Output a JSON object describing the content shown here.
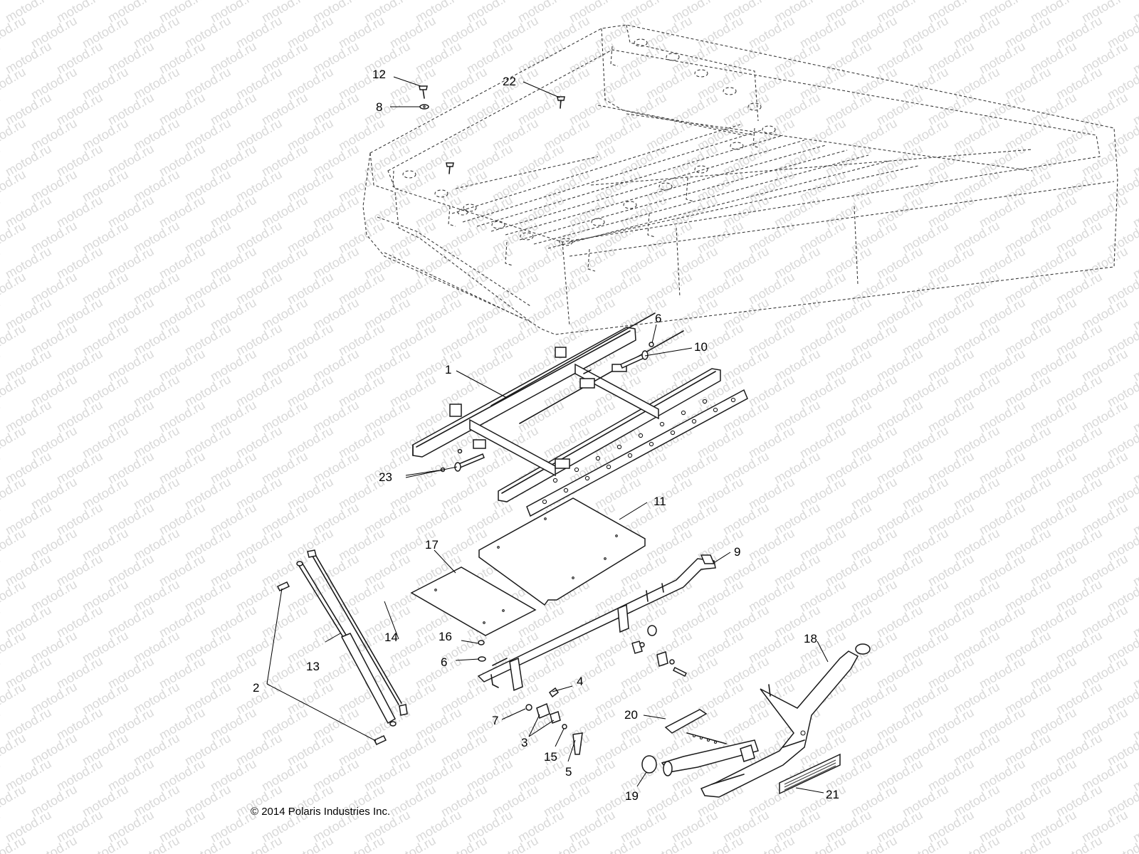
{
  "watermark": "motod.ru",
  "copyright": "© 2014 Polaris Industries Inc.",
  "callouts": {
    "c1": "1",
    "c2": "2",
    "c3": "3",
    "c4": "4",
    "c5": "5",
    "c6a": "6",
    "c6b": "6",
    "c7": "7",
    "c8": "8",
    "c9": "9",
    "c10": "10",
    "c11": "11",
    "c12": "12",
    "c13": "13",
    "c14": "14",
    "c15": "15",
    "c16": "16",
    "c17": "17",
    "c18": "18",
    "c19": "19",
    "c20": "20",
    "c21": "21",
    "c22": "22",
    "c23": "23"
  }
}
